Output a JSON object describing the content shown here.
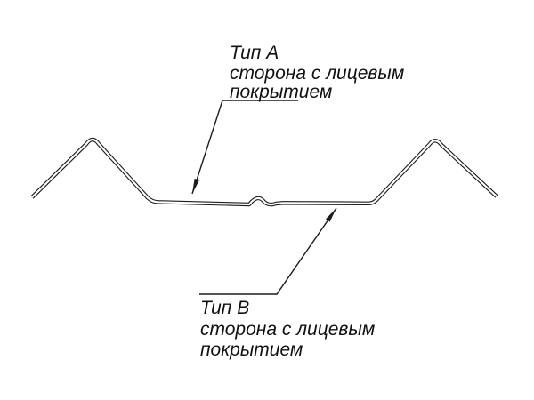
{
  "diagram": {
    "title": "Sheet profile cross-section with coated-side callouts",
    "stroke_color": "#1c1c1c",
    "background_color": "#ffffff",
    "label_a": {
      "title": "Тип А",
      "line1": "сторона с лицевым",
      "line2": "покрытием"
    },
    "label_b": {
      "title": "Тип В",
      "line1": "сторона с лицевым",
      "line2": "покрытием"
    }
  }
}
